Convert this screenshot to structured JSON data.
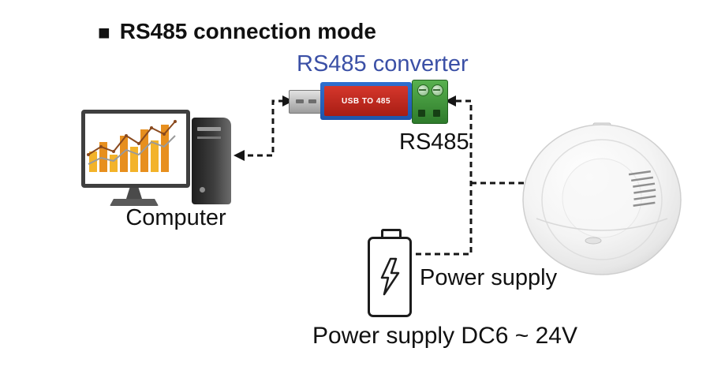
{
  "title": {
    "bullet": "■",
    "text": "RS485 connection mode"
  },
  "converter": {
    "label": "RS485 converter",
    "body_text": "USB TO 485"
  },
  "computer": {
    "label": "Computer"
  },
  "bus": {
    "label": "RS485"
  },
  "power": {
    "label": "Power supply",
    "spec": "Power supply DC6 ~ 24V"
  },
  "colors": {
    "accent_blue": "#3b50a6",
    "converter_shell_blue": "#2f6fd0",
    "converter_red": "#c92a1f",
    "terminal_green": "#3c9740",
    "bar_orange": "#e78f1e",
    "line_black": "#151515"
  }
}
